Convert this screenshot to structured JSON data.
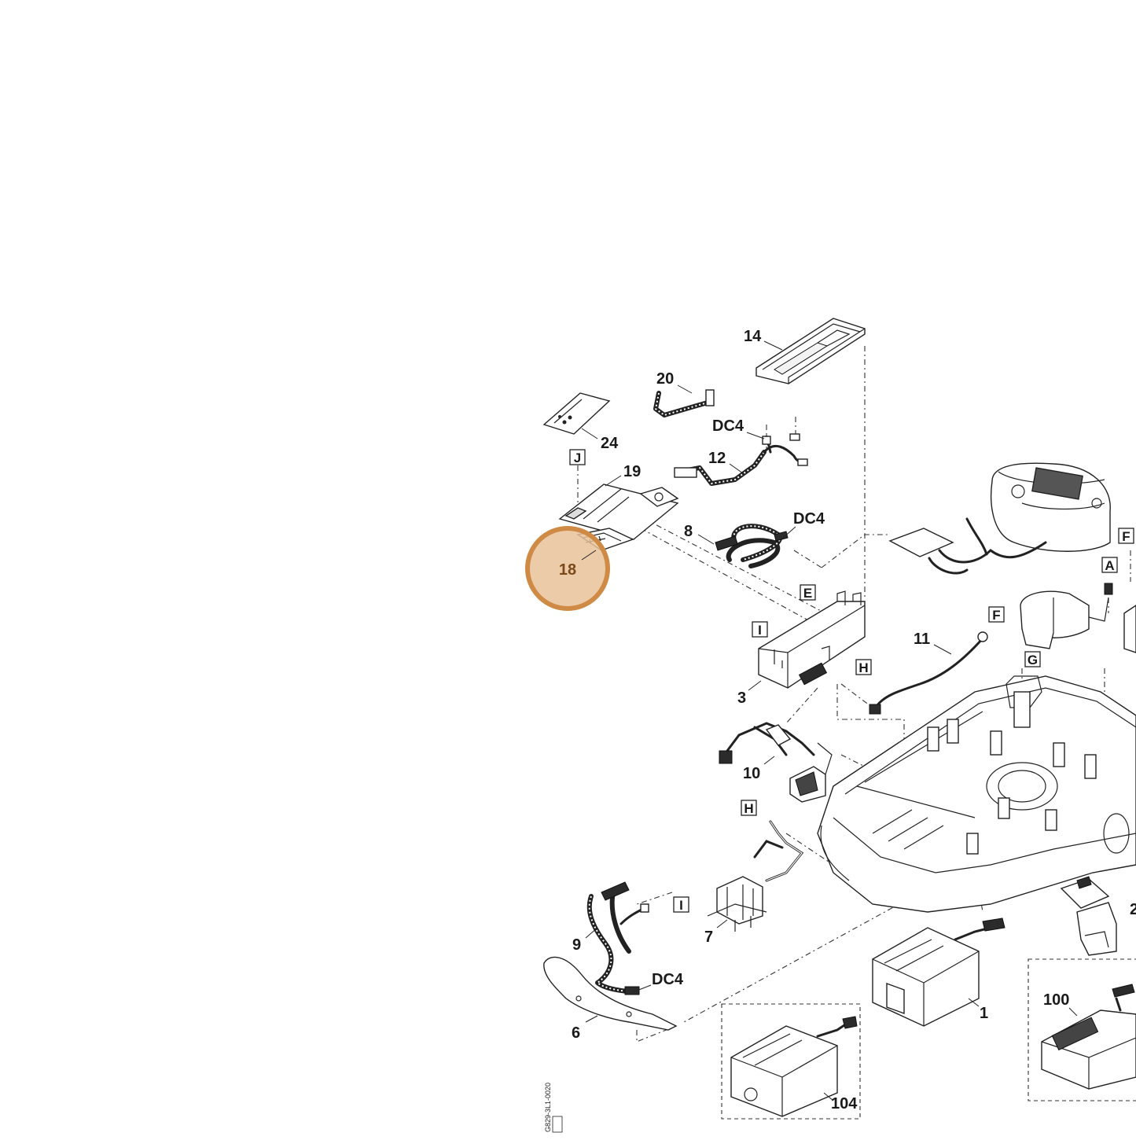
{
  "diagram": {
    "callouts": {
      "p14": "14",
      "p20": "20",
      "p24": "24",
      "p19": "19",
      "p12": "12",
      "p8": "8",
      "p3": "3",
      "p11": "11",
      "p10": "10",
      "p7": "7",
      "p9": "9",
      "p6": "6",
      "p1": "1",
      "p104": "104",
      "p100": "100",
      "p2": "2"
    },
    "connector_codes": {
      "dc4_a": "DC4",
      "dc4_b": "DC4",
      "dc4_c": "DC4"
    },
    "reference_boxes": {
      "j": "J",
      "e": "E",
      "i_top": "I",
      "h_right": "H",
      "f_top": "F",
      "a": "A",
      "f_mid": "F",
      "g": "G",
      "h_low": "H",
      "i_low": "I"
    },
    "highlight": {
      "label": "18",
      "color": "#cf8b45",
      "fill": "#e9c29a"
    },
    "drawing_code": "G829-3L1-0020"
  }
}
